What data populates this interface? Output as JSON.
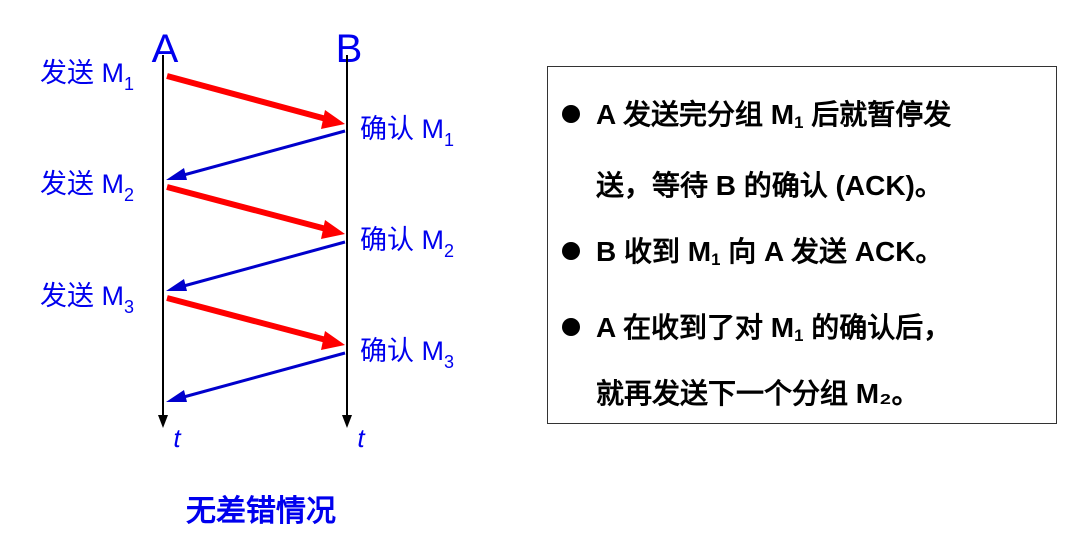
{
  "diagram": {
    "host_a": "A",
    "host_b": "B",
    "time_label_a": "t",
    "time_label_b": "t",
    "send_prefix": "发送 M",
    "ack_prefix": "确认 M",
    "steps": [
      {
        "index": "1"
      },
      {
        "index": "2"
      },
      {
        "index": "3"
      }
    ],
    "caption": "无差错情况",
    "colors": {
      "frame": "#ff0000",
      "ack": "#0000cc",
      "text": "#0000ee",
      "axis": "#000000"
    }
  },
  "panel": {
    "b1_pre": "A 发送完分组 M",
    "b1_sub": "1",
    "b1_post": " 后就暂停发",
    "b1_cont": "送，等待 B 的确认 (ACK)。",
    "b2_pre": "B 收到 M",
    "b2_sub": "1",
    "b2_post": " 向 A 发送  ACK。",
    "b3_pre": "A 在收到了对 M",
    "b3_sub": "1",
    "b3_post": " 的确认后，",
    "b3_cont": "就再发送下一个分组  M₂。"
  }
}
